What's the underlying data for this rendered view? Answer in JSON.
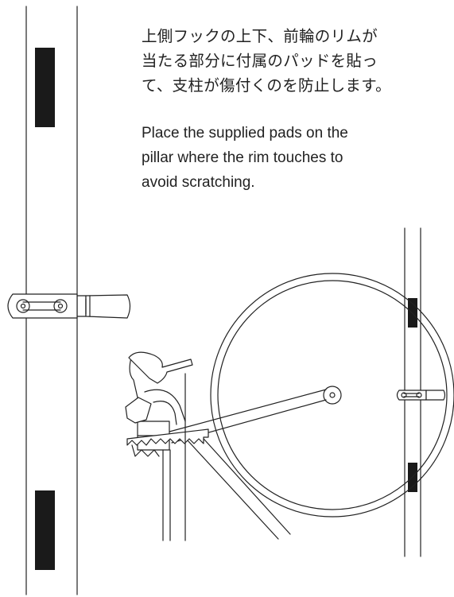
{
  "instructions": {
    "japanese": [
      "上側フックの上下、前輪のリムが",
      "当たる部分に付属のパッドを貼っ",
      "て、支柱が傷付くのを防止します。"
    ],
    "english": [
      "Place the supplied pads on the",
      "pillar where the rim touches to",
      "avoid scratching."
    ]
  },
  "colors": {
    "line": "#222222",
    "pad": "#1a1a1a",
    "background": "#ffffff"
  },
  "icons": {
    "hook": "bike-hook-icon",
    "pad": "protective-pad-icon",
    "wheel": "bicycle-wheel-icon"
  }
}
